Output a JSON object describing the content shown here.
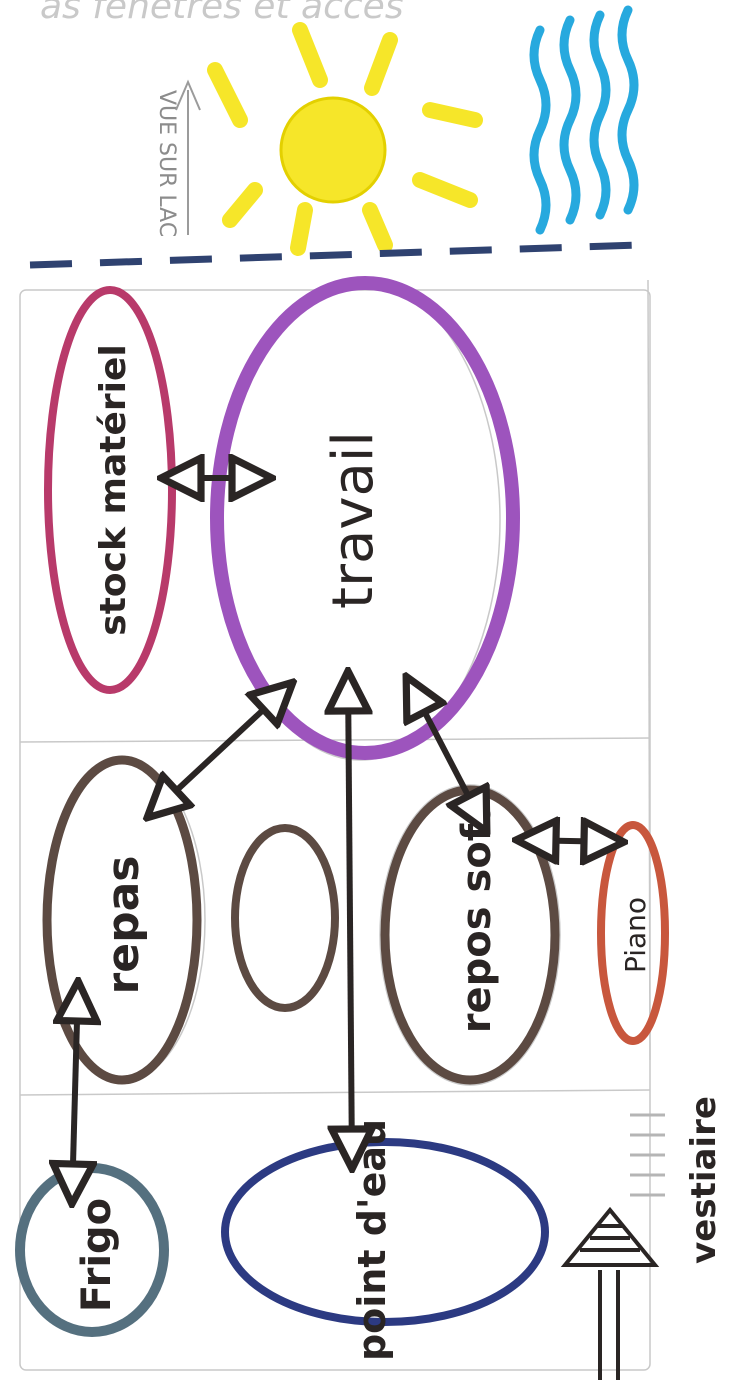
{
  "diagram": {
    "top_text": "as fenêtres et accès",
    "lake_view_label": "VUE SUR LAC",
    "zones": {
      "stock": "stock matériel",
      "travail": "travail",
      "repas": "repas",
      "repos": "repos sofa",
      "piano": "Piano",
      "frigo": "Frigo",
      "point_eau": "point d'eau",
      "vestiaire": "vestiaire"
    }
  },
  "colors": {
    "sun": "#f6e629",
    "water": "#27a9de",
    "divider": "#2f4270",
    "stock": "#b83a6a",
    "travail": "#9d54bd",
    "repas": "#5c4a42",
    "repos": "#5c4a42",
    "table": "#5c4a42",
    "piano": "#c8573d",
    "frigo": "#55707f",
    "point_eau": "#2c3a82",
    "ink": "#2a2524",
    "pencil": "#b5b5b5"
  }
}
